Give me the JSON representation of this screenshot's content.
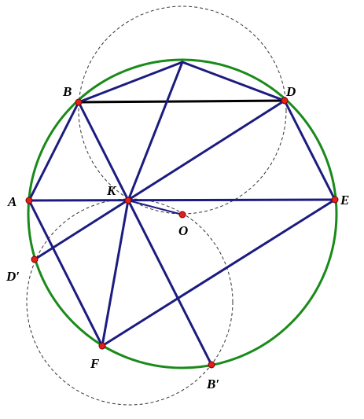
{
  "colors": {
    "main_circle": "#1a8a1a",
    "segments": "#1c1c80",
    "chord_bd": "#000000",
    "dashed_circles": "#333333",
    "points": "#e0201c",
    "point_outline": "#7a0000"
  },
  "labels": {
    "A": "A",
    "B": "B",
    "D": "D",
    "E": "E",
    "K": "K",
    "O": "O",
    "F": "F",
    "B_prime": "B′",
    "D_prime": "D′"
  }
}
